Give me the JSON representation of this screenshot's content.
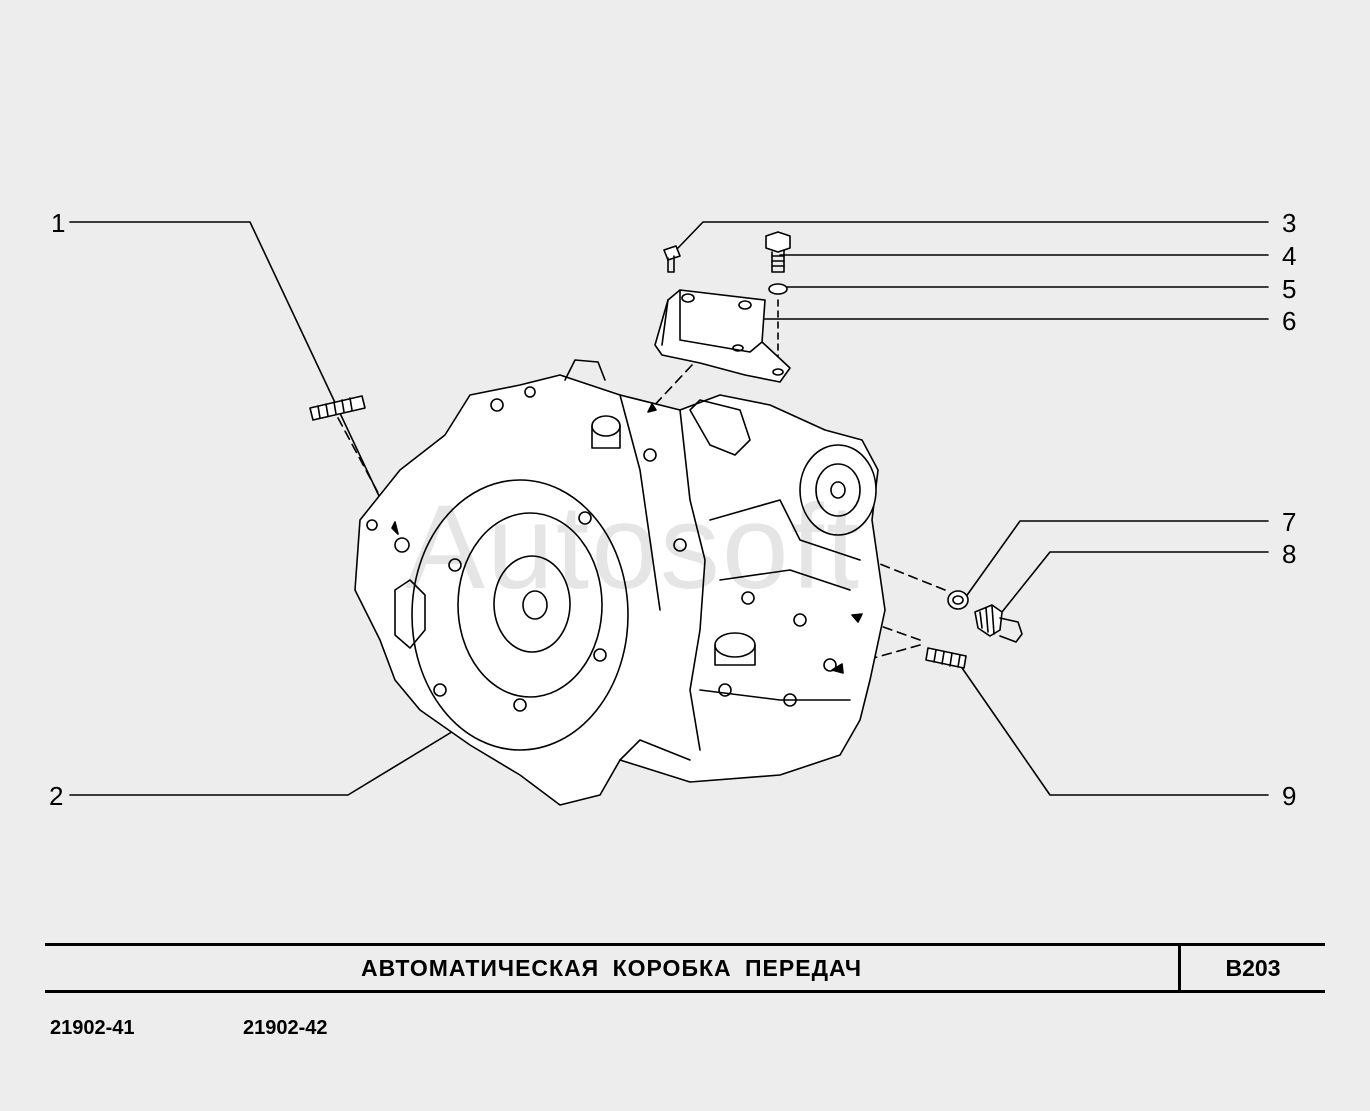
{
  "callouts": [
    {
      "id": "1",
      "label": "1"
    },
    {
      "id": "2",
      "label": "2"
    },
    {
      "id": "3",
      "label": "3"
    },
    {
      "id": "4",
      "label": "4"
    },
    {
      "id": "5",
      "label": "5"
    },
    {
      "id": "6",
      "label": "6"
    },
    {
      "id": "7",
      "label": "7"
    },
    {
      "id": "8",
      "label": "8"
    },
    {
      "id": "9",
      "label": "9"
    }
  ],
  "title": "АВТОМАТИЧЕСКАЯ КОРОБКА ПЕРЕДАЧ",
  "sheet_code": "B203",
  "models": [
    "21902-41",
    "21902-42"
  ],
  "watermark": "Autosoft"
}
